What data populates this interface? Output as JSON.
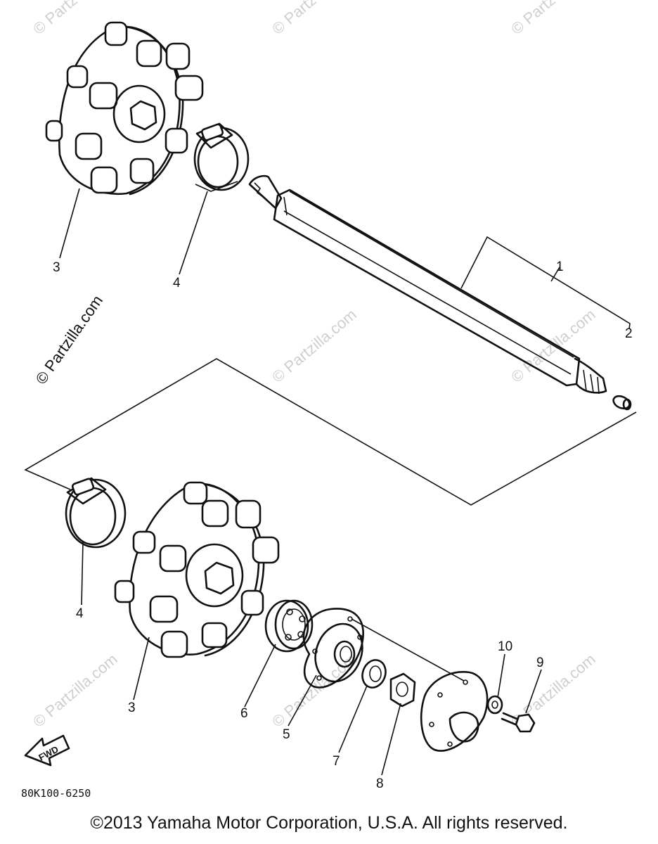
{
  "callouts": {
    "c1": "1",
    "c2": "2",
    "c3_top": "3",
    "c4_top": "4",
    "c4_bottom": "4",
    "c3_bottom": "3",
    "c6": "6",
    "c5": "5",
    "c7": "7",
    "c8": "8",
    "c10": "10",
    "c9": "9"
  },
  "watermark": {
    "text": "© Partzilla.com",
    "fragment": "© Partz"
  },
  "fwd_arrow": {
    "label": "FWD"
  },
  "diagram_code": "80K100-6250",
  "copyright": "©2013 Yamaha Motor Corporation, U.S.A. All rights reserved."
}
